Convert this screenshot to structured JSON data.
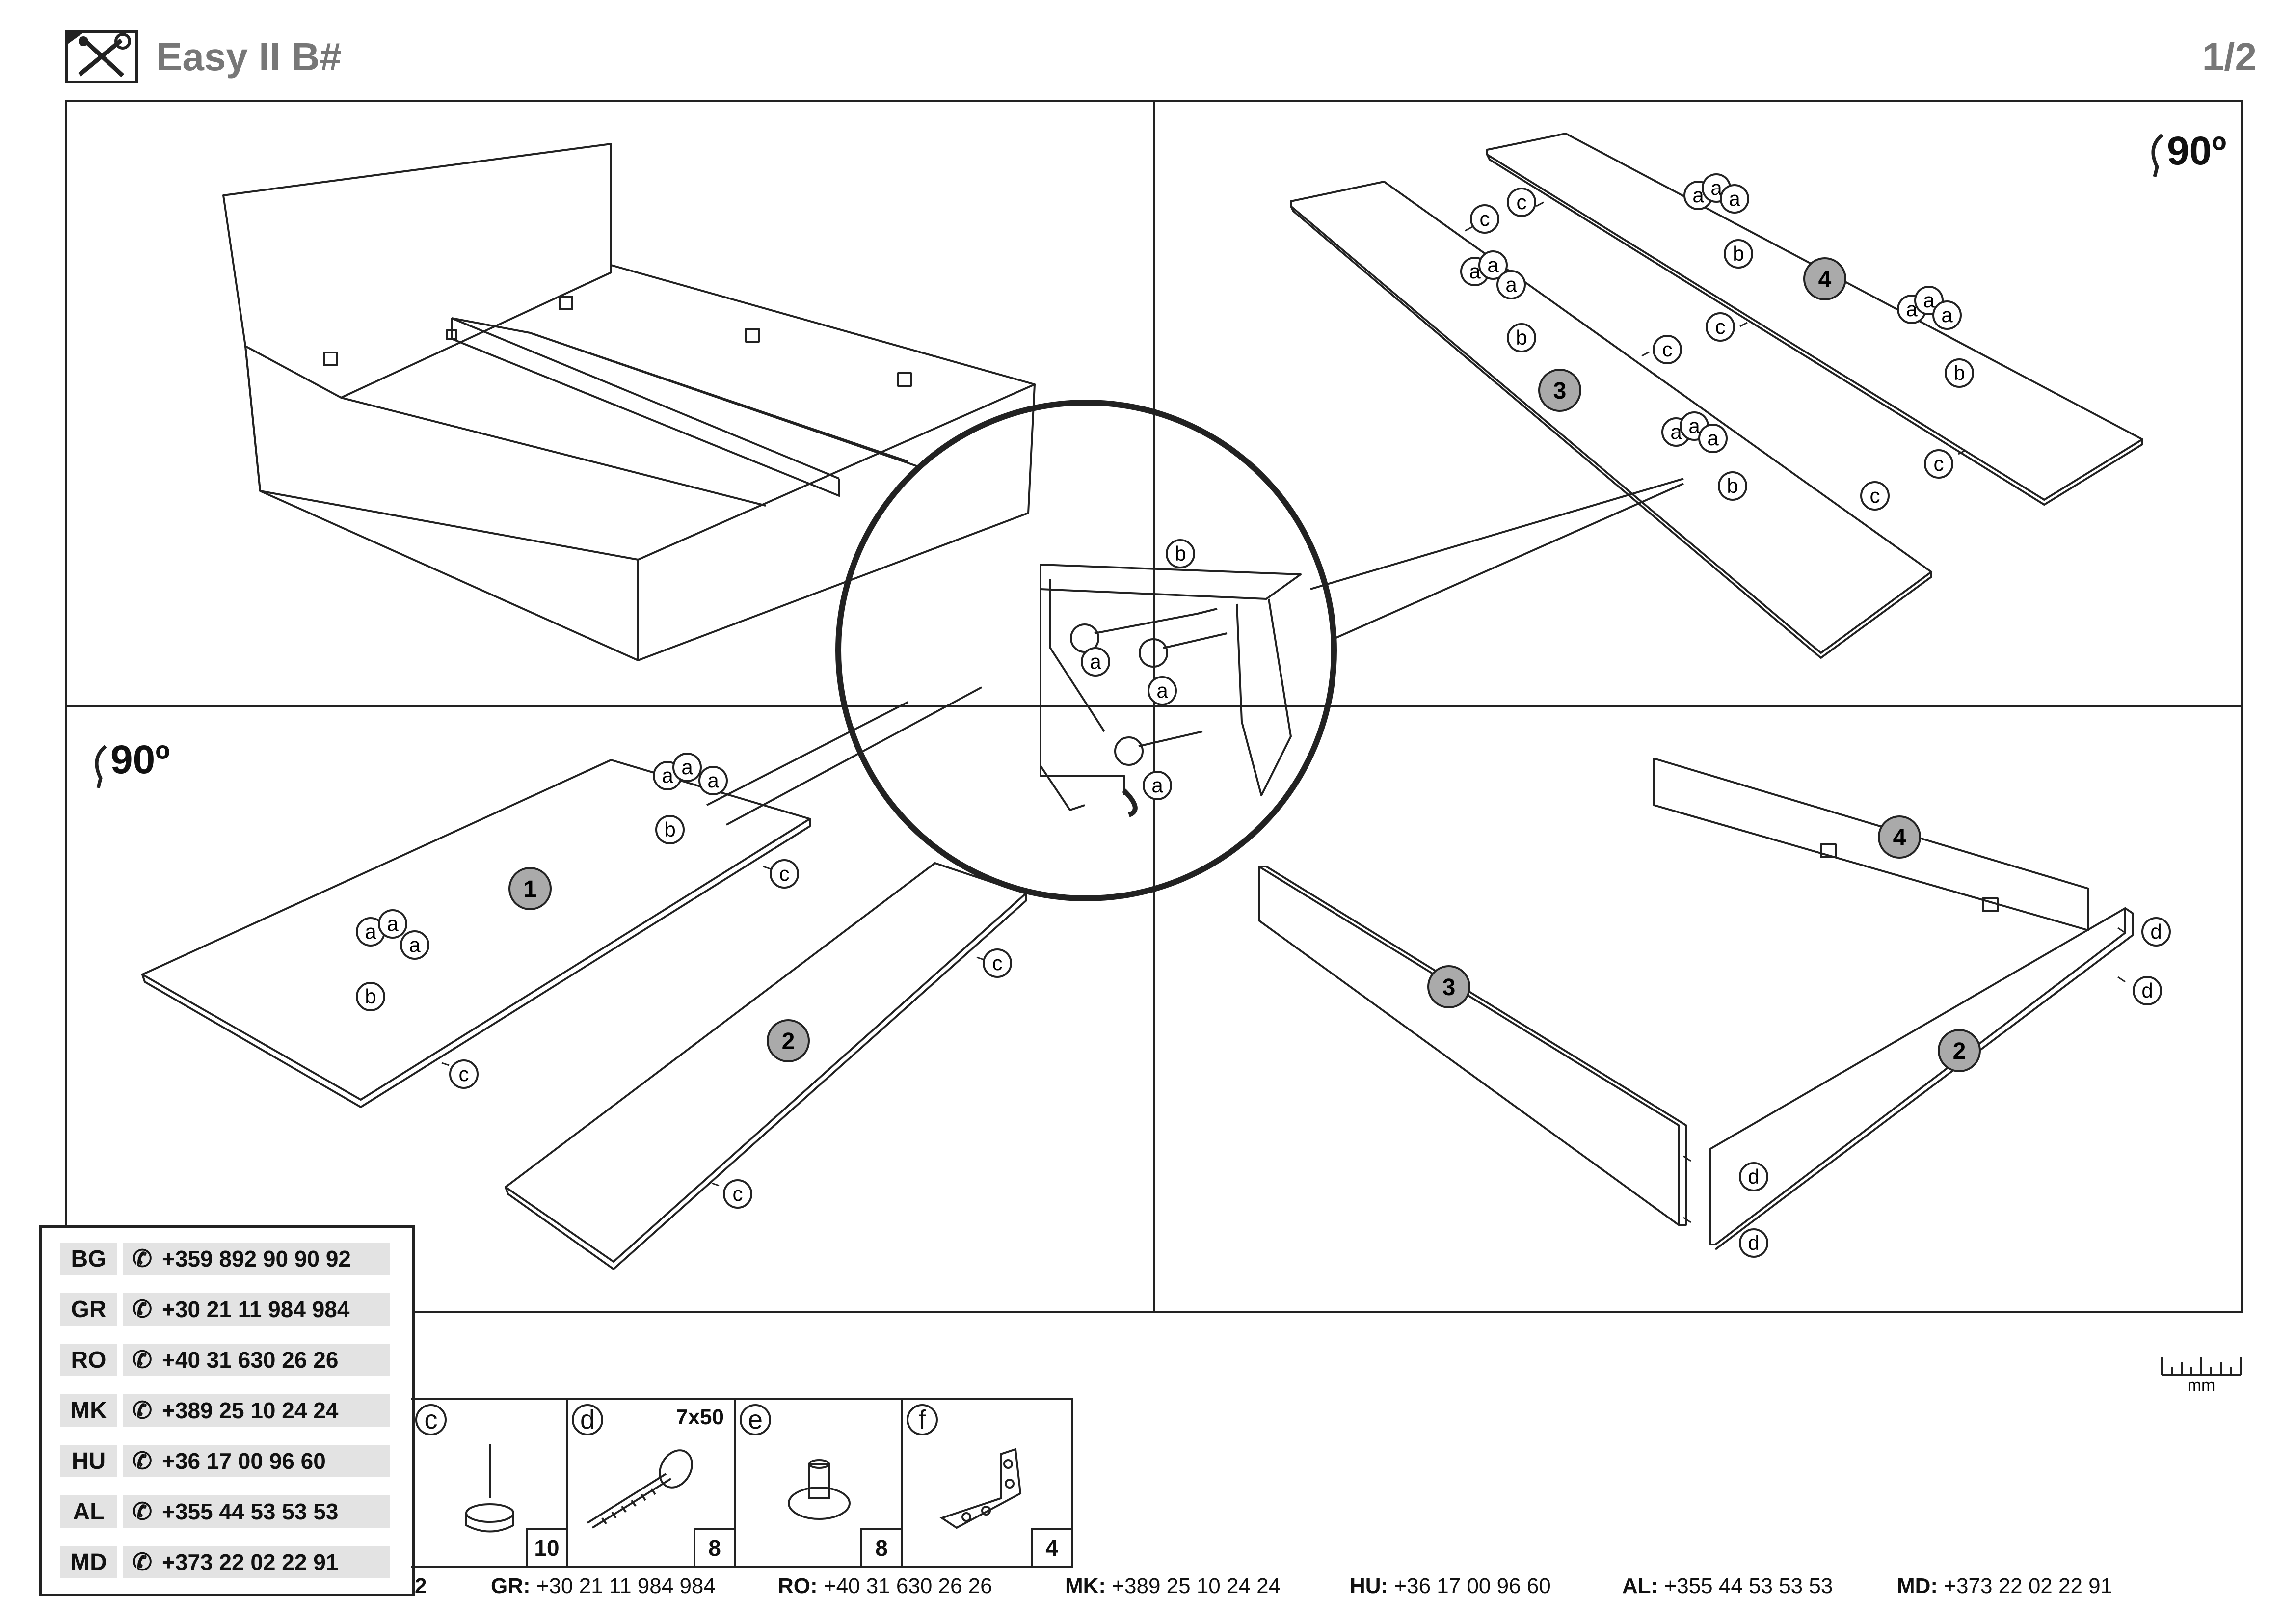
{
  "header": {
    "title": "Easy II B#",
    "page": "1/2",
    "tools_icon": "tools-icon"
  },
  "steps": {
    "rotate_label": "90º",
    "markers": {
      "a": "a",
      "b": "b",
      "c": "c",
      "d": "d"
    },
    "panel_numbers": [
      "1",
      "2",
      "3",
      "4"
    ]
  },
  "phone_table": [
    {
      "code": "BG",
      "number": "+359 892 90 90 92"
    },
    {
      "code": "GR",
      "number": "+30 21 11 984 984"
    },
    {
      "code": "RO",
      "number": "+40 31 630 26 26"
    },
    {
      "code": "MK",
      "number": "+389 25 10 24 24"
    },
    {
      "code": "HU",
      "number": "+36 17 00 96 60"
    },
    {
      "code": "AL",
      "number": "+355 44 53 53 53"
    },
    {
      "code": "MD",
      "number": "+373 22 02 22 91"
    }
  ],
  "parts": [
    {
      "letter": "c",
      "count": "10",
      "size": ""
    },
    {
      "letter": "d",
      "count": "8",
      "size": "7x50"
    },
    {
      "letter": "e",
      "count": "8",
      "size": ""
    },
    {
      "letter": "f",
      "count": "4",
      "size": ""
    }
  ],
  "footer_contacts": [
    {
      "code": "2",
      "number": ""
    },
    {
      "code": "GR:",
      "number": " +30 21 11 984 984"
    },
    {
      "code": "RO:",
      "number": " +40 31 630 26 26"
    },
    {
      "code": "MK:",
      "number": " +389 25 10 24 24"
    },
    {
      "code": "HU:",
      "number": " +36 17 00 96 60"
    },
    {
      "code": "AL:",
      "number": " +355 44 53 53 53"
    },
    {
      "code": "MD:",
      "number": " +373 22 02 22 91"
    }
  ],
  "ruler_unit": "mm",
  "phone_icon": "phone-icon"
}
